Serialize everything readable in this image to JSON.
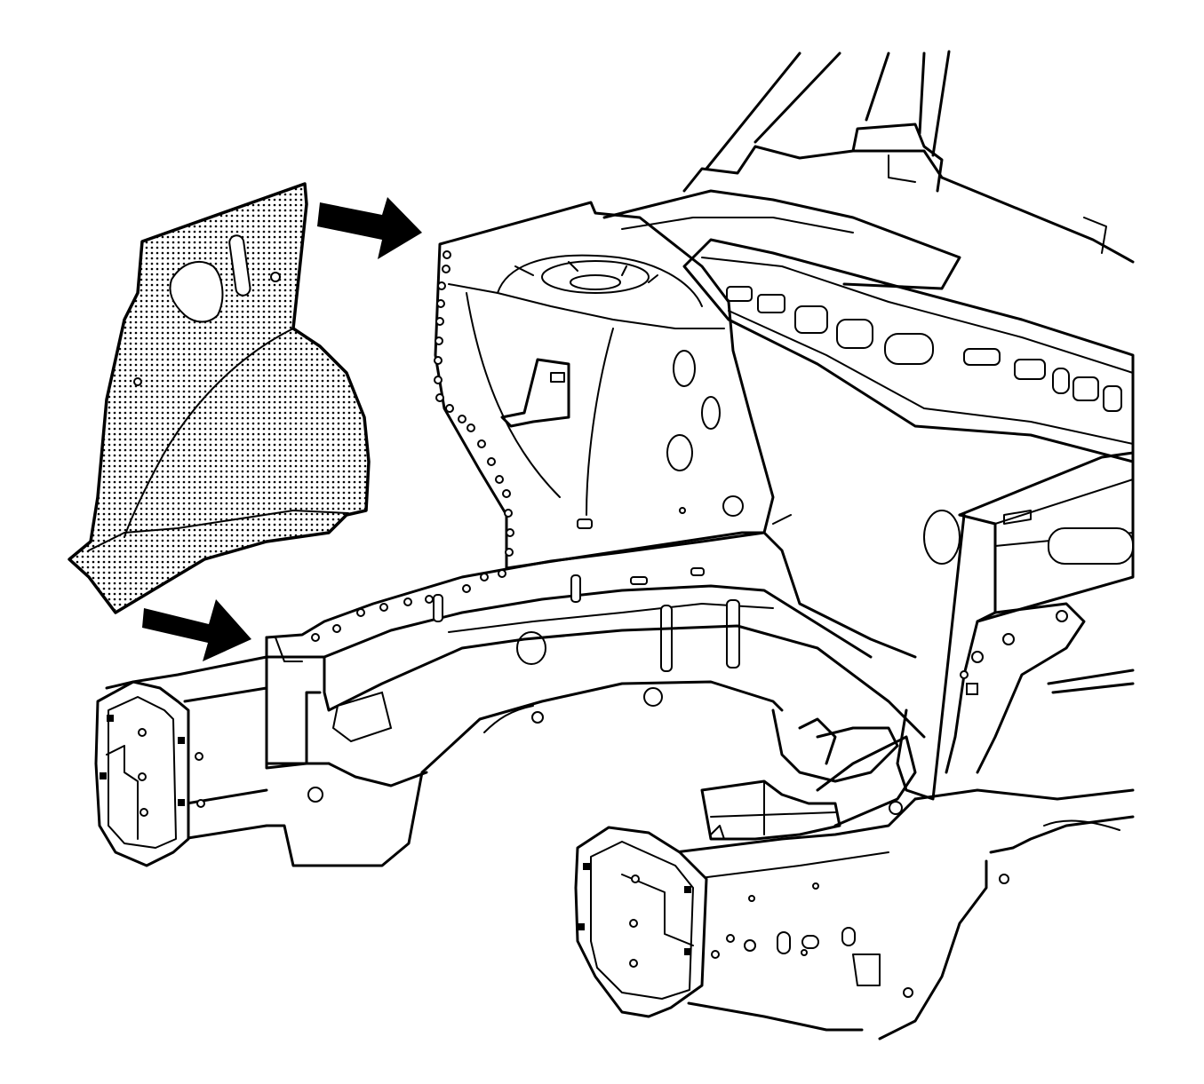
{
  "diagram": {
    "colors": {
      "line": "#000000",
      "background": "#ffffff",
      "panel_dot": "#000000"
    },
    "parts": [
      {
        "id": "wheelhouse-liner-panel",
        "icon": "dotted-panel"
      },
      {
        "id": "upper-arrow",
        "icon": "arrow-right"
      },
      {
        "id": "lower-arrow",
        "icon": "arrow-right"
      },
      {
        "id": "vehicle-front-structure",
        "icon": "line-art-frame"
      }
    ]
  }
}
